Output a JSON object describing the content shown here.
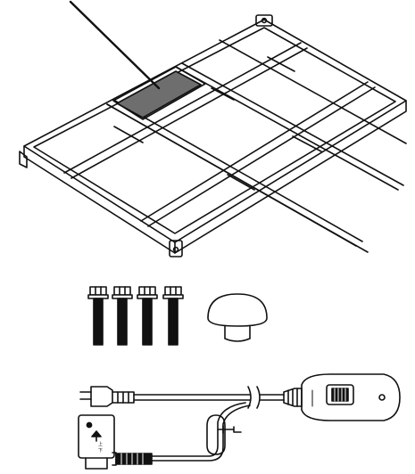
{
  "diagram": {
    "parts": [
      {
        "id": "bed-frame",
        "count": 1,
        "highlighted_slot": true
      },
      {
        "id": "hex-bolt",
        "count": 4
      },
      {
        "id": "leveling-foot-cap",
        "count": 1
      },
      {
        "id": "power-cord-with-controller",
        "count": 1
      },
      {
        "id": "control-box",
        "count": 1
      }
    ],
    "control_box": {
      "label_line1": "上",
      "label_line2": "下"
    },
    "colors": {
      "line": "#111111",
      "highlight": "#6e6e6e",
      "background": "#ffffff"
    }
  }
}
